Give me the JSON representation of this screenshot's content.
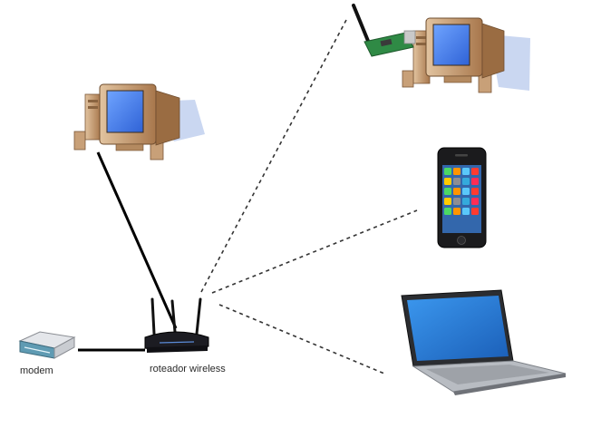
{
  "nodes": {
    "modem": {
      "label": "modem",
      "icon": "modem-icon"
    },
    "router": {
      "label": "roteador wireless",
      "icon": "wireless-router-icon"
    },
    "desktop_wired": {
      "icon": "desktop-computer-icon"
    },
    "desktop_wireless": {
      "icon": "desktop-computer-with-wifi-card-icon"
    },
    "smartphone": {
      "icon": "smartphone-icon"
    },
    "laptop": {
      "icon": "laptop-icon"
    }
  },
  "connections": [
    {
      "from": "modem",
      "to": "router",
      "type": "wired"
    },
    {
      "from": "router",
      "to": "desktop_wired",
      "type": "wired"
    },
    {
      "from": "router",
      "to": "desktop_wireless",
      "type": "wireless"
    },
    {
      "from": "router",
      "to": "smartphone",
      "type": "wireless"
    },
    {
      "from": "router",
      "to": "laptop",
      "type": "wireless"
    }
  ],
  "colors": {
    "wired_link": "#000000",
    "wireless_link": "#333333",
    "monitor_beige": "#c9a27a",
    "monitor_screen": "#4a7fe0",
    "router_body": "#1c1c22",
    "laptop_screen": "#2f7fd8",
    "laptop_body": "#b8bcc2"
  }
}
